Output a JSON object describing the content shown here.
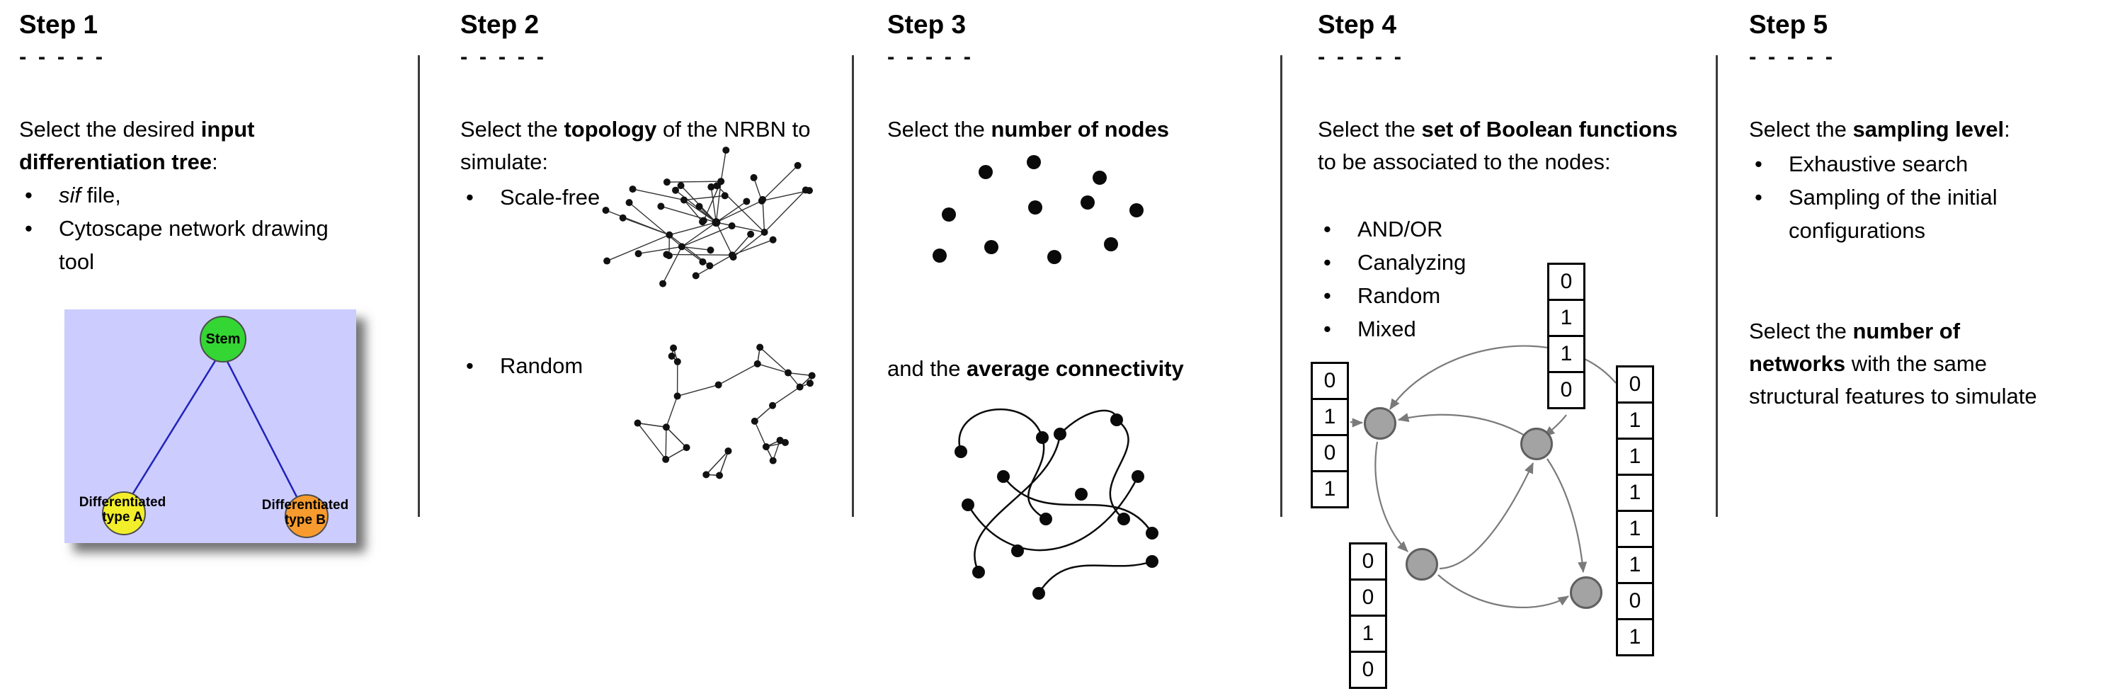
{
  "figure": {
    "steps": [
      {
        "label": "Step 1",
        "dashes": "- - - - -",
        "intro": {
          "pre": "Select the desired ",
          "bold": "input differentiation tree",
          "post": ":"
        },
        "bullets": [
          {
            "italic": "sif",
            "text": " file,"
          },
          {
            "text": "Cytoscape network drawing tool"
          }
        ],
        "tree": {
          "background": "#ccccff",
          "edge_color": "#2222bb",
          "nodes": [
            {
              "label": "Stem",
              "color": "#33d633"
            },
            {
              "lines": [
                "Differentiated",
                "type A"
              ],
              "color": "#f2ef2a"
            },
            {
              "lines": [
                "Differentiated",
                "type B"
              ],
              "color": "#f79b2e"
            }
          ]
        }
      },
      {
        "label": "Step 2",
        "dashes": "- - - - -",
        "intro": {
          "pre": "Select the ",
          "bold": "topology",
          "post": " of the NRBN to simulate:"
        },
        "bullets": [
          {
            "text": "Scale-free"
          },
          {
            "text": "Random"
          }
        ]
      },
      {
        "label": "Step 3",
        "dashes": "- - - - -",
        "line1": {
          "pre": "Select the ",
          "bold": "number of nodes",
          "post": ""
        },
        "line2": {
          "pre": "and the ",
          "bold": "average connectivity",
          "post": ""
        }
      },
      {
        "label": "Step 4",
        "dashes": "- - - - -",
        "intro": {
          "pre": "Select the ",
          "bold": "set of Boolean functions",
          "post": " to be associated to the nodes:"
        },
        "bullets": [
          {
            "text": "AND/OR"
          },
          {
            "text": "Canalyzing"
          },
          {
            "text": "Random"
          },
          {
            "text": "Mixed"
          }
        ],
        "truth_tables": {
          "top": [
            "0",
            "1",
            "1",
            "0"
          ],
          "left": [
            "0",
            "1",
            "0",
            "1"
          ],
          "bottom": [
            "0",
            "0",
            "1",
            "0"
          ],
          "right": [
            "0",
            "1",
            "1",
            "1",
            "1",
            "1",
            "0",
            "1"
          ]
        }
      },
      {
        "label": "Step 5",
        "dashes": "- - - - -",
        "intro": {
          "pre": "Select the ",
          "bold": "sampling level",
          "post": ":"
        },
        "bullets": [
          {
            "text": "Exhaustive search"
          },
          {
            "text": "Sampling of the initial configurations"
          }
        ],
        "para2": {
          "line1_pre": "Select the ",
          "line1_bold": "number of",
          "line2_bold": "networks",
          "line2_rest": " with the same",
          "line3": "structural features to simulate"
        }
      }
    ]
  }
}
